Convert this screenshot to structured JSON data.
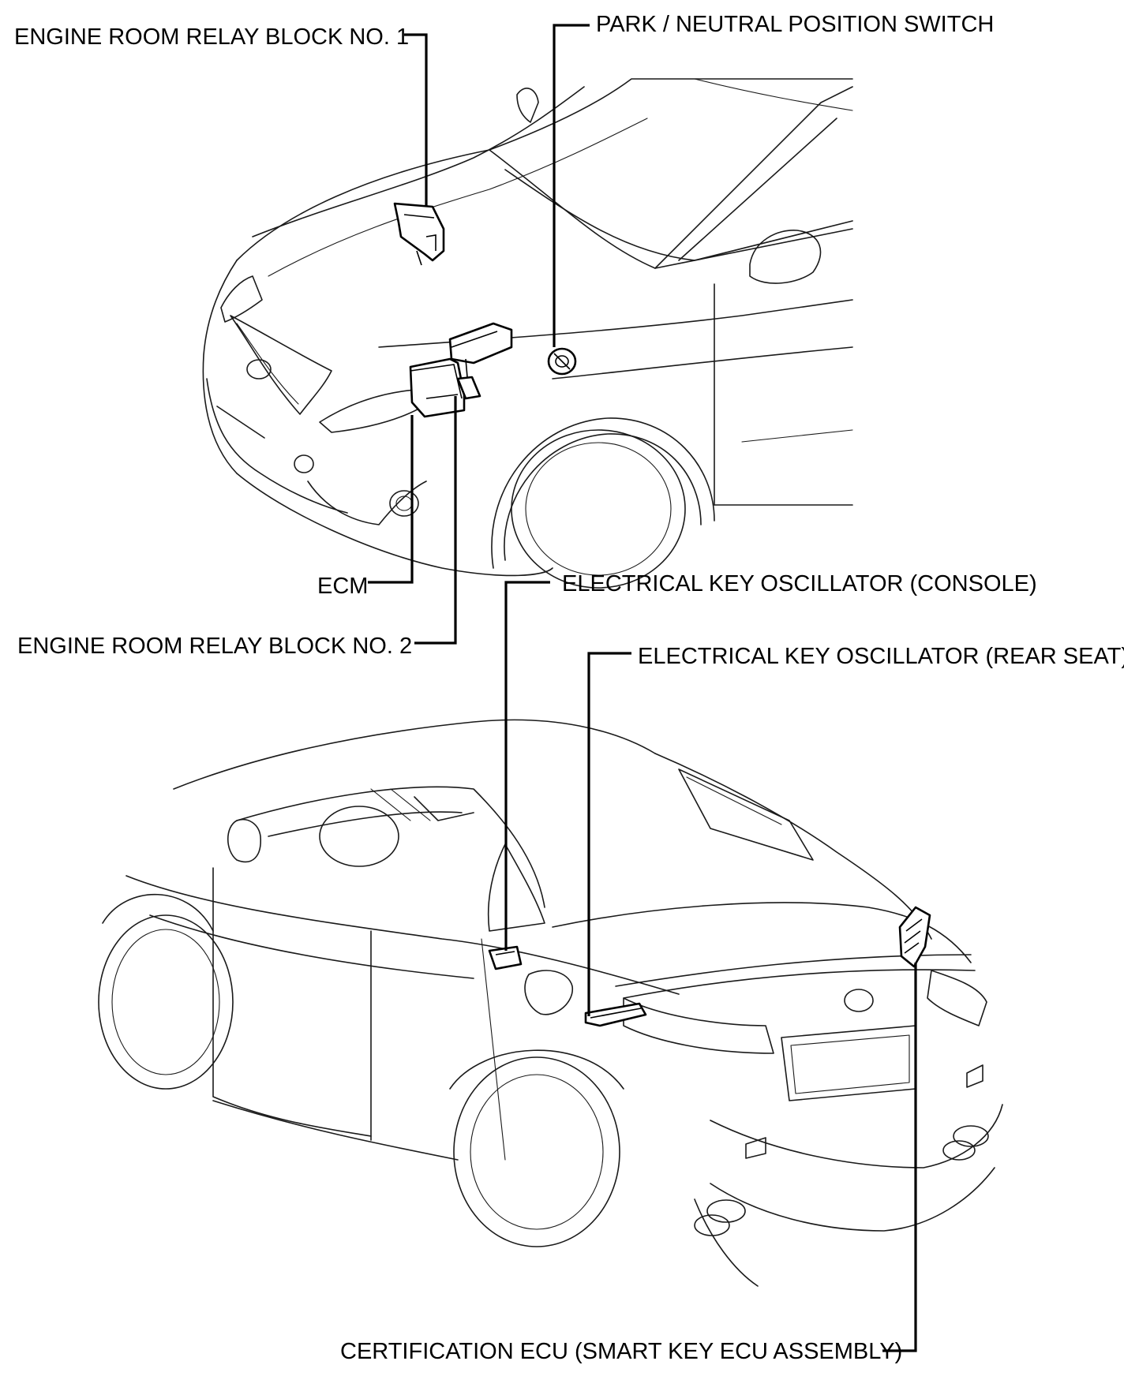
{
  "labels": {
    "relay_block_1": "ENGINE ROOM RELAY BLOCK NO. 1",
    "park_neutral_switch": "PARK / NEUTRAL POSITION SWITCH",
    "ecm": "ECM",
    "relay_block_2": "ENGINE ROOM RELAY BLOCK NO. 2",
    "key_oscillator_console": "ELECTRICAL KEY OSCILLATOR (CONSOLE)",
    "key_oscillator_rear_seat": "ELECTRICAL KEY OSCILLATOR (REAR SEAT)",
    "certification_ecu": "CERTIFICATION ECU (SMART KEY ECU ASSEMBLY)"
  },
  "colors": {
    "line": "#000000",
    "background": "#ffffff"
  }
}
